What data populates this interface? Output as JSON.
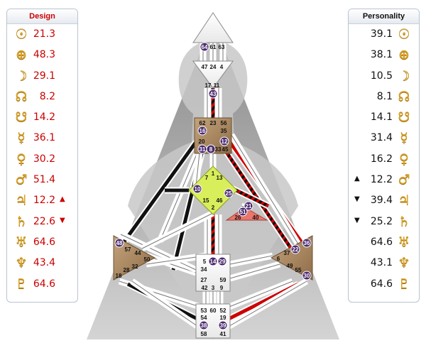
{
  "design": {
    "title": "Design",
    "rows": [
      {
        "planet": "sun-icon",
        "glyph": "☉",
        "value": "21.3",
        "mark": ""
      },
      {
        "planet": "earth-icon",
        "glyph": "⊕",
        "value": "48.3",
        "mark": ""
      },
      {
        "planet": "moon-icon",
        "glyph": "☽",
        "value": "29.1",
        "mark": ""
      },
      {
        "planet": "north-node-icon",
        "glyph": "☊",
        "value": "8.2",
        "mark": ""
      },
      {
        "planet": "south-node-icon",
        "glyph": "☋",
        "value": "14.2",
        "mark": ""
      },
      {
        "planet": "mercury-icon",
        "glyph": "☿",
        "value": "36.1",
        "mark": ""
      },
      {
        "planet": "venus-icon",
        "glyph": "♀",
        "value": "30.2",
        "mark": ""
      },
      {
        "planet": "mars-icon",
        "glyph": "♂",
        "value": "51.4",
        "mark": ""
      },
      {
        "planet": "jupiter-icon",
        "glyph": "♃",
        "value": "12.2",
        "mark": "▲"
      },
      {
        "planet": "saturn-icon",
        "glyph": "♄",
        "value": "22.6",
        "mark": "▼"
      },
      {
        "planet": "uranus-icon",
        "glyph": "♅",
        "value": "64.6",
        "mark": ""
      },
      {
        "planet": "neptune-icon",
        "glyph": "♆",
        "value": "43.4",
        "mark": ""
      },
      {
        "planet": "pluto-icon",
        "glyph": "♇",
        "value": "64.6",
        "mark": ""
      }
    ]
  },
  "personality": {
    "title": "Personality",
    "rows": [
      {
        "planet": "sun-icon",
        "glyph": "☉",
        "value": "39.1",
        "mark": ""
      },
      {
        "planet": "earth-icon",
        "glyph": "⊕",
        "value": "38.1",
        "mark": ""
      },
      {
        "planet": "moon-icon",
        "glyph": "☽",
        "value": "10.5",
        "mark": ""
      },
      {
        "planet": "north-node-icon",
        "glyph": "☊",
        "value": "8.1",
        "mark": ""
      },
      {
        "planet": "south-node-icon",
        "glyph": "☋",
        "value": "14.1",
        "mark": ""
      },
      {
        "planet": "mercury-icon",
        "glyph": "☿",
        "value": "31.4",
        "mark": ""
      },
      {
        "planet": "venus-icon",
        "glyph": "♀",
        "value": "16.2",
        "mark": ""
      },
      {
        "planet": "mars-icon",
        "glyph": "♂",
        "value": "12.2",
        "mark": "▲"
      },
      {
        "planet": "jupiter-icon",
        "glyph": "♃",
        "value": "39.4",
        "mark": "▼"
      },
      {
        "planet": "saturn-icon",
        "glyph": "♄",
        "value": "25.2",
        "mark": "▼"
      },
      {
        "planet": "uranus-icon",
        "glyph": "♅",
        "value": "64.6",
        "mark": ""
      },
      {
        "planet": "neptune-icon",
        "glyph": "♆",
        "value": "43.1",
        "mark": ""
      },
      {
        "planet": "pluto-icon",
        "glyph": "♇",
        "value": "64.6",
        "mark": ""
      }
    ]
  },
  "colors": {
    "design_red": "#cc0000",
    "personality_black": "#111111",
    "glyph_gold": "#d8a328",
    "center_tan": "#b08e66",
    "center_yellow": "#d8ee5a",
    "center_salmon": "#e8766c",
    "active_gate_purple": "#4b2a6e",
    "backdrop_gray": "#a9a9a9"
  },
  "chart": {
    "gates": [
      {
        "id": "64",
        "label": "64",
        "active": true
      },
      {
        "id": "61",
        "label": "61",
        "active": false
      },
      {
        "id": "63",
        "label": "63",
        "active": false
      },
      {
        "id": "47",
        "label": "47",
        "active": false
      },
      {
        "id": "24",
        "label": "24",
        "active": false
      },
      {
        "id": "4",
        "label": "4",
        "active": false
      },
      {
        "id": "17",
        "label": "17",
        "active": false
      },
      {
        "id": "11",
        "label": "11",
        "active": false
      },
      {
        "id": "43",
        "label": "43",
        "active": true
      },
      {
        "id": "62",
        "label": "62",
        "active": false
      },
      {
        "id": "23",
        "label": "23",
        "active": false
      },
      {
        "id": "56",
        "label": "56",
        "active": false
      },
      {
        "id": "16",
        "label": "16",
        "active": true
      },
      {
        "id": "35",
        "label": "35",
        "active": false
      },
      {
        "id": "20",
        "label": "20",
        "active": false
      },
      {
        "id": "12",
        "label": "12",
        "active": true
      },
      {
        "id": "31",
        "label": "31",
        "active": true
      },
      {
        "id": "8",
        "label": "8",
        "active": true
      },
      {
        "id": "33",
        "label": "33",
        "active": false
      },
      {
        "id": "45",
        "label": "45",
        "active": false
      },
      {
        "id": "1",
        "label": "1",
        "active": false
      },
      {
        "id": "7",
        "label": "7",
        "active": false
      },
      {
        "id": "13",
        "label": "13",
        "active": false
      },
      {
        "id": "10",
        "label": "10",
        "active": true
      },
      {
        "id": "25",
        "label": "25",
        "active": true
      },
      {
        "id": "15",
        "label": "15",
        "active": false
      },
      {
        "id": "46",
        "label": "46",
        "active": false
      },
      {
        "id": "2",
        "label": "2",
        "active": false
      },
      {
        "id": "21",
        "label": "21",
        "active": true
      },
      {
        "id": "51",
        "label": "51",
        "active": true
      },
      {
        "id": "26",
        "label": "26",
        "active": false
      },
      {
        "id": "40",
        "label": "40",
        "active": false
      },
      {
        "id": "48",
        "label": "48",
        "active": true
      },
      {
        "id": "57",
        "label": "57",
        "active": false
      },
      {
        "id": "44",
        "label": "44",
        "active": false
      },
      {
        "id": "50",
        "label": "50",
        "active": false
      },
      {
        "id": "32",
        "label": "32",
        "active": false
      },
      {
        "id": "28",
        "label": "28",
        "active": false
      },
      {
        "id": "18",
        "label": "18",
        "active": false
      },
      {
        "id": "36",
        "label": "36",
        "active": true
      },
      {
        "id": "22",
        "label": "22",
        "active": true
      },
      {
        "id": "37",
        "label": "37",
        "active": false
      },
      {
        "id": "6",
        "label": "6",
        "active": false
      },
      {
        "id": "49",
        "label": "49",
        "active": false
      },
      {
        "id": "55",
        "label": "55",
        "active": false
      },
      {
        "id": "30",
        "label": "30",
        "active": true
      },
      {
        "id": "5",
        "label": "5",
        "active": false
      },
      {
        "id": "14",
        "label": "14",
        "active": true
      },
      {
        "id": "29",
        "label": "29",
        "active": true
      },
      {
        "id": "34",
        "label": "34",
        "active": false
      },
      {
        "id": "27",
        "label": "27",
        "active": false
      },
      {
        "id": "59",
        "label": "59",
        "active": false
      },
      {
        "id": "42",
        "label": "42",
        "active": false
      },
      {
        "id": "3",
        "label": "3",
        "active": false
      },
      {
        "id": "9",
        "label": "9",
        "active": false
      },
      {
        "id": "53",
        "label": "53",
        "active": false
      },
      {
        "id": "60",
        "label": "60",
        "active": false
      },
      {
        "id": "52",
        "label": "52",
        "active": false
      },
      {
        "id": "54",
        "label": "54",
        "active": false
      },
      {
        "id": "19",
        "label": "19",
        "active": false
      },
      {
        "id": "38",
        "label": "38",
        "active": true
      },
      {
        "id": "39",
        "label": "39",
        "active": true
      },
      {
        "id": "58",
        "label": "58",
        "active": false
      },
      {
        "id": "41",
        "label": "41",
        "active": false
      }
    ]
  }
}
